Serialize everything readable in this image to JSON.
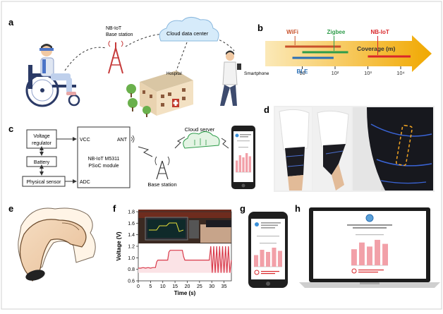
{
  "panels": {
    "a": "a",
    "b": "b",
    "c": "c",
    "d": "d",
    "e": "e",
    "f": "f",
    "g": "g",
    "h": "h"
  },
  "panel_a": {
    "base_station": [
      "NB-IoT",
      "Base station"
    ],
    "cloud": "Cloud data center",
    "hospital": "Hospital",
    "smartphone": "Smartphone"
  },
  "panel_b": {
    "axis_label": "Coverage (m)",
    "ticks": [
      "10",
      "10²",
      "10³",
      "10⁴"
    ],
    "chart_data": {
      "type": "bar",
      "xlabel": "Coverage (m)",
      "x_scale": "log",
      "series": [
        {
          "name": "WiFi",
          "color": "#c8502a"
        },
        {
          "name": "Zigbee",
          "color": "#2e9c4a"
        },
        {
          "name": "BLE",
          "color": "#2a6fb5"
        },
        {
          "name": "NB-IoT",
          "color": "#d9262a"
        }
      ]
    }
  },
  "panel_c": {
    "voltage_regulator": [
      "Voltage",
      "regulator"
    ],
    "battery": "Battery",
    "physical_sensor": "Physical sensor",
    "vcc": "VCC",
    "adc": "ADC",
    "ant": "ANT",
    "module": [
      "NB-IoT M5311",
      "PSoC module"
    ],
    "base_station": "Base station",
    "cloud_server": "Cloud server"
  },
  "panel_f": {
    "chart_data": {
      "type": "line",
      "xlabel": "Time (s)",
      "ylabel": "Voltage (V)",
      "xlim": [
        0,
        38
      ],
      "ylim": [
        0.6,
        1.8
      ],
      "x_ticks": [
        0,
        5,
        10,
        15,
        20,
        25,
        30,
        35
      ],
      "y_ticks": [
        0.6,
        0.8,
        1.0,
        1.2,
        1.4,
        1.6,
        1.8
      ],
      "series": [
        {
          "color": "#d93a4a",
          "x": [
            0,
            1,
            2,
            3,
            4,
            5,
            6,
            7,
            7.5,
            8,
            9,
            10,
            11,
            12,
            12.5,
            13,
            14,
            15,
            16,
            17,
            18,
            18.5,
            19,
            20,
            21,
            22,
            23,
            24,
            25,
            26,
            27,
            28,
            29,
            29.6,
            30.2,
            30.8,
            31.4,
            32,
            32.6,
            33.2,
            33.8,
            34.4,
            35,
            35.6,
            36.2,
            36.8,
            37.4,
            38
          ],
          "y": [
            0.82,
            0.82,
            0.83,
            0.82,
            0.83,
            0.82,
            0.83,
            0.83,
            0.93,
            0.96,
            0.96,
            0.96,
            0.96,
            0.96,
            1.1,
            1.13,
            1.13,
            1.13,
            1.13,
            1.13,
            1.13,
            1.02,
            0.96,
            0.96,
            0.96,
            0.96,
            0.96,
            0.96,
            0.96,
            0.96,
            0.96,
            0.96,
            0.96,
            1.2,
            0.74,
            1.2,
            0.74,
            1.2,
            0.74,
            1.2,
            0.74,
            1.2,
            0.74,
            1.2,
            0.74,
            1.2,
            0.74,
            0.96
          ]
        }
      ]
    }
  },
  "phone_c_bars": [
    0.55,
    0.8,
    0.7,
    0.9,
    0.75
  ],
  "phone_g_bars": [
    0.55,
    0.8,
    0.7,
    0.9,
    0.75
  ],
  "laptop_bars": [
    0.6,
    0.85,
    0.7,
    0.95,
    0.8
  ],
  "colors": {
    "bar_pink": "#f2a0a8",
    "accent_red": "#d9262a",
    "dark": "#222222"
  }
}
